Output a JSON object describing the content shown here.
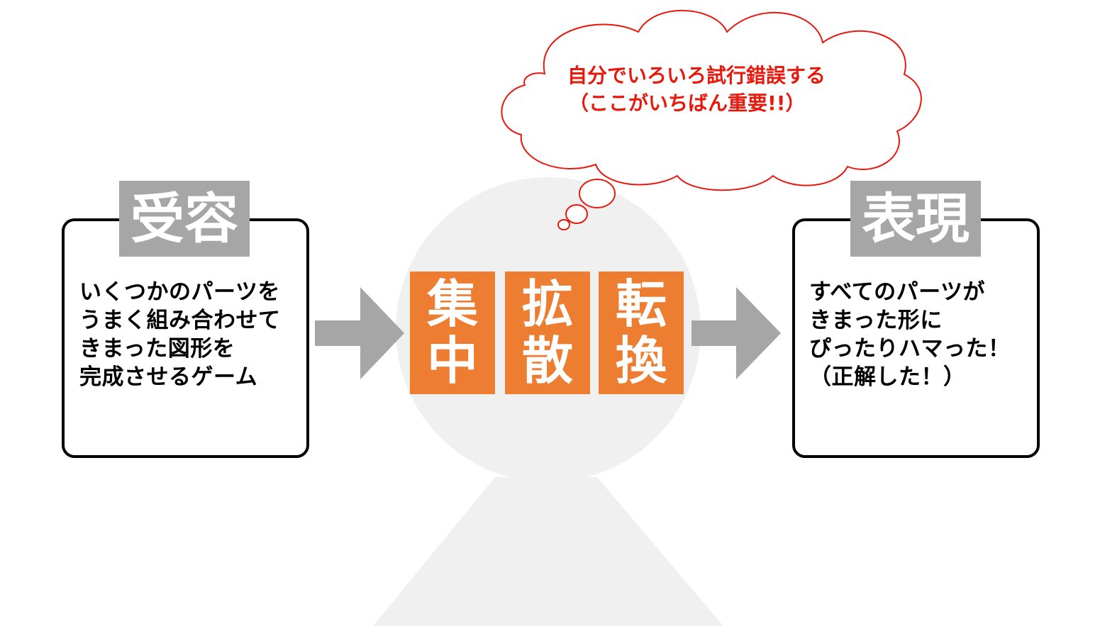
{
  "left_panel": {
    "label": "受容",
    "text": "いくつかのパーツを\nうまく組み合わせて\nきまった図形を\n完成させるゲーム"
  },
  "center": {
    "tiles": [
      "集\n中",
      "拡\n散",
      "転\n換"
    ],
    "thought": {
      "line1": "自分でいろいろ試行錯誤する",
      "line2": "（ここがいちばん重要!!）"
    }
  },
  "right_panel": {
    "label": "表現",
    "text": "すべてのパーツが\nきまった形に\nぴったりハマった！\n（正解した！）"
  },
  "colors": {
    "tile": "#ed7d31",
    "label": "#a6a6a6",
    "arrow": "#a6a6a6",
    "person": "#f0f0f0",
    "cloud_outline": "#e8180c",
    "cloud_text": "#e8180c"
  }
}
